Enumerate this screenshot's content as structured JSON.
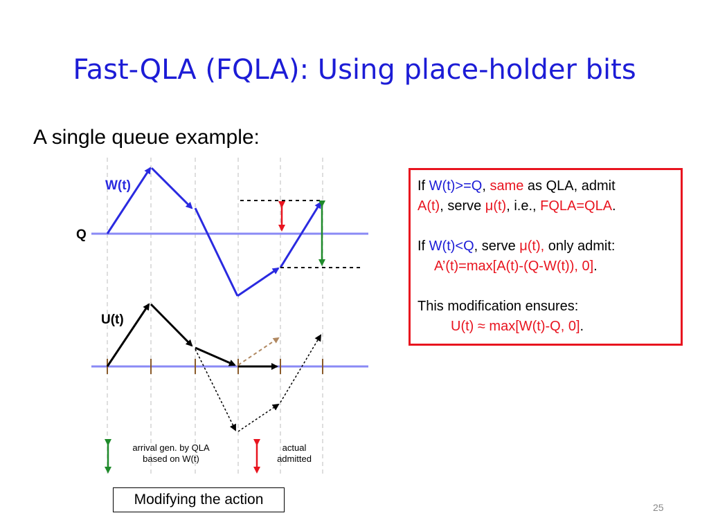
{
  "slide": {
    "title": "Fast-QLA (FQLA): Using place-holder bits",
    "subtitle": "A single queue example:",
    "page_number": "25"
  },
  "diagram": {
    "label_w": "W(t)",
    "label_q": "Q",
    "label_u": "U(t)",
    "legend_green_line1": "arrival gen. by QLA",
    "legend_green_line2": "based on W(t)",
    "legend_red_line1": "actual",
    "legend_red_line2": "admitted"
  },
  "rules": {
    "r1_if": "If ",
    "r1_cond": "W(t)>=Q",
    "r1_comma": ", ",
    "r1_same": "same",
    "r1_rest": " as QLA, admit",
    "r2_a": "A(t)",
    "r2_serve": ", serve ",
    "r2_mu": "μ(t)",
    "r2_ie": ", i.e., ",
    "r2_fqla": "FQLA=QLA",
    "r2_end": ".",
    "r3_if": "If ",
    "r3_cond": "W(t)<Q",
    "r3_serve": ", serve ",
    "r3_mu": "μ(t),",
    "r3_rest": " only admit:",
    "r4_formula": "A’(t)=max[A(t)-(Q-W(t)), 0]",
    "r4_end": ".",
    "r5_text": "This modification ensures:",
    "r6_formula": "U(t) ≈ max[W(t)-Q, 0]",
    "r6_end": "."
  },
  "caption": "Modifying the action",
  "colors": {
    "title_blue": "#1c1cd6",
    "accent_red": "#e8141f",
    "line_blue": "#8a8af5",
    "arrow_blue": "#2a2ae0",
    "green": "#1e8a2a",
    "tan": "#b08860",
    "tick_brown": "#8a5a2a"
  }
}
